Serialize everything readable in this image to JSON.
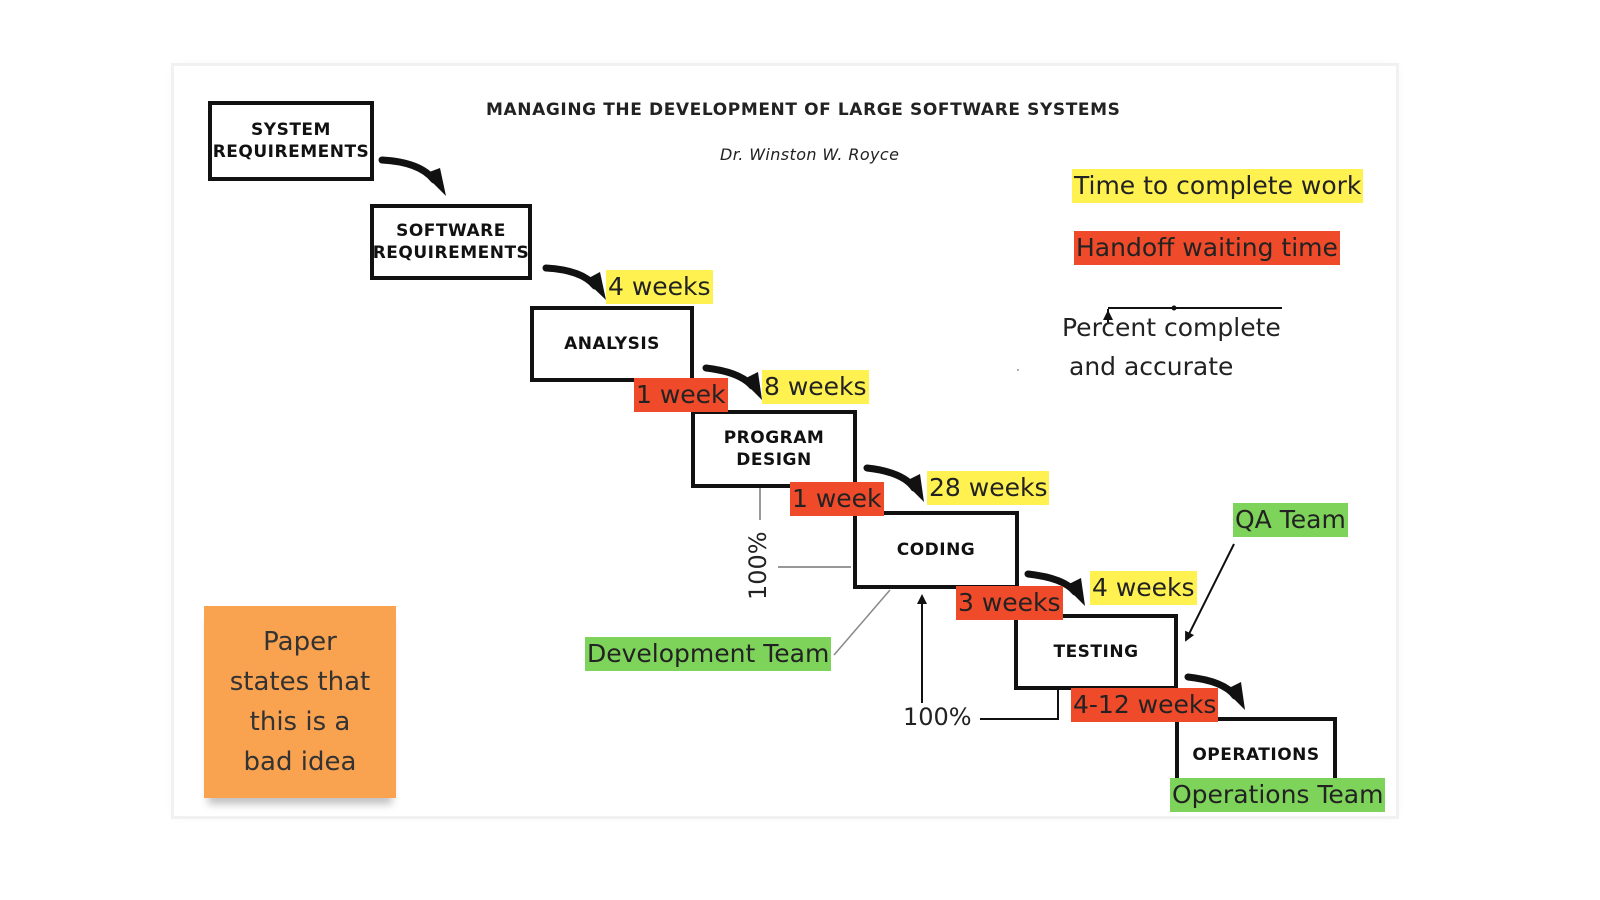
{
  "header": {
    "title": "MANAGING THE DEVELOPMENT OF LARGE SOFTWARE SYSTEMS",
    "author": "Dr. Winston W. Royce"
  },
  "phases": {
    "system_requirements": "SYSTEM\nREQUIREMENTS",
    "software_requirements": "SOFTWARE\nREQUIREMENTS",
    "analysis": "ANALYSIS",
    "program_design": "PROGRAM\nDESIGN",
    "coding": "CODING",
    "testing": "TESTING",
    "operations": "OPERATIONS"
  },
  "work_times": {
    "analysis": "4 weeks",
    "program_design": "8 weeks",
    "coding": "28 weeks",
    "testing": "4 weeks"
  },
  "handoff_times": {
    "analysis_to_design": "1 week",
    "design_to_coding": "1 week",
    "coding_to_testing": "3 weeks",
    "testing_to_operations": "4-12 weeks"
  },
  "teams": {
    "development": "Development Team",
    "qa": "QA Team",
    "operations": "Operations Team"
  },
  "legend": {
    "work": "Time to complete work",
    "handoff": "Handoff waiting time",
    "percent_line1": "Percent complete",
    "percent_line2": "and accurate"
  },
  "percent": {
    "vertical": "100%",
    "horizontal": "100%"
  },
  "sticky_note": "Paper\nstates that\nthis is a\nbad idea",
  "colors": {
    "work": "#fff250",
    "handoff": "#ef4a2a",
    "team": "#7ed35a",
    "sticky": "#f9a24f"
  }
}
